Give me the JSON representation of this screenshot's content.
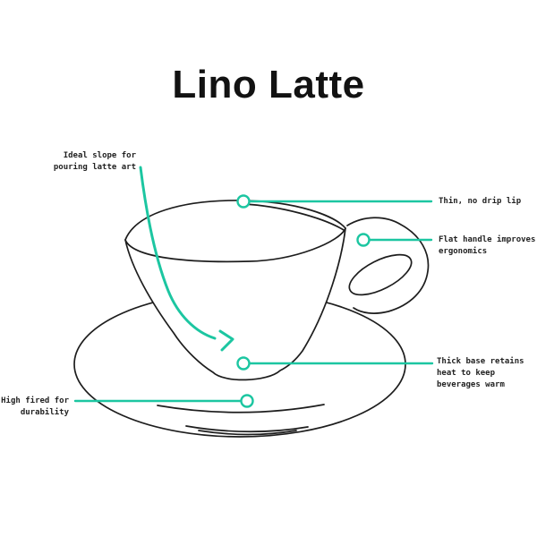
{
  "title": "Lino Latte",
  "colors": {
    "accent": "#1cc6a1",
    "ink": "#1d1d1d",
    "label": "#222222"
  },
  "annotations": {
    "slope": {
      "lines": [
        "Ideal slope for",
        "pouring latte art"
      ]
    },
    "lip": {
      "lines": [
        "Thin, no drip lip"
      ]
    },
    "handle": {
      "lines": [
        "Flat handle improves",
        "ergonomics"
      ]
    },
    "base": {
      "lines": [
        "Thick base retains",
        "heat to keep",
        "beverages warm"
      ]
    },
    "fired": {
      "lines": [
        "High fired for",
        "durability"
      ]
    }
  }
}
